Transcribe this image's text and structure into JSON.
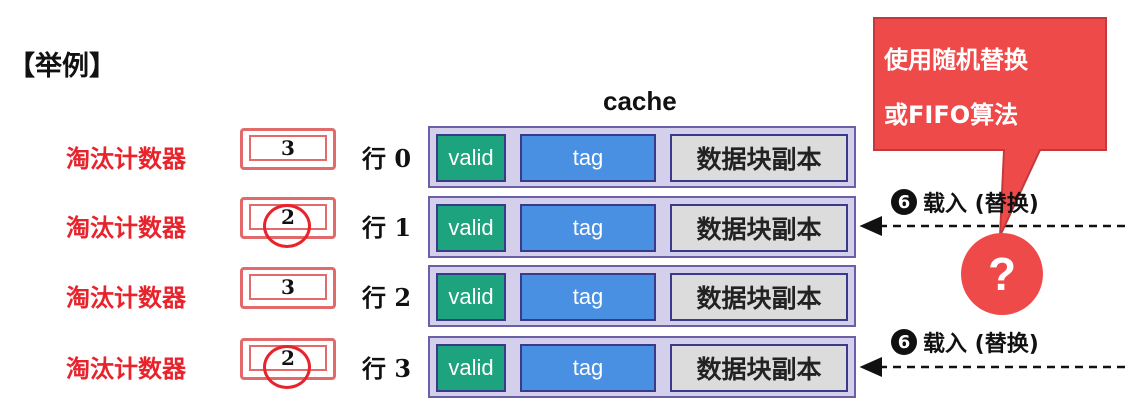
{
  "example_title": "【举例】",
  "cache_title": "cache",
  "rows": [
    {
      "counter_label": "淘汰计数器",
      "counter_value": "3",
      "line_prefix": "行",
      "line_num": "0",
      "valid": "valid",
      "tag": "tag",
      "data": "数据块副本",
      "marked": false
    },
    {
      "counter_label": "淘汰计数器",
      "counter_value": "2",
      "line_prefix": "行",
      "line_num": "1",
      "valid": "valid",
      "tag": "tag",
      "data": "数据块副本",
      "marked": true
    },
    {
      "counter_label": "淘汰计数器",
      "counter_value": "3",
      "line_prefix": "行",
      "line_num": "2",
      "valid": "valid",
      "tag": "tag",
      "data": "数据块副本",
      "marked": false
    },
    {
      "counter_label": "淘汰计数器",
      "counter_value": "2",
      "line_prefix": "行",
      "line_num": "3",
      "valid": "valid",
      "tag": "tag",
      "data": "数据块副本",
      "marked": true
    }
  ],
  "load_arrows": [
    {
      "badge": "6",
      "text": "载入 (替换)"
    },
    {
      "badge": "6",
      "text": "载入 (替换)"
    }
  ],
  "callout": {
    "line1": "使用随机替换",
    "line2": "或FIFO算法",
    "color": "#ef4a4a"
  },
  "question_mark": "?",
  "colors": {
    "label_red": "#e8232c",
    "valid_green": "#1da37e",
    "tag_blue": "#4a90e2",
    "row_bg": "#d4d0ec",
    "row_border": "#6b5fa7"
  }
}
